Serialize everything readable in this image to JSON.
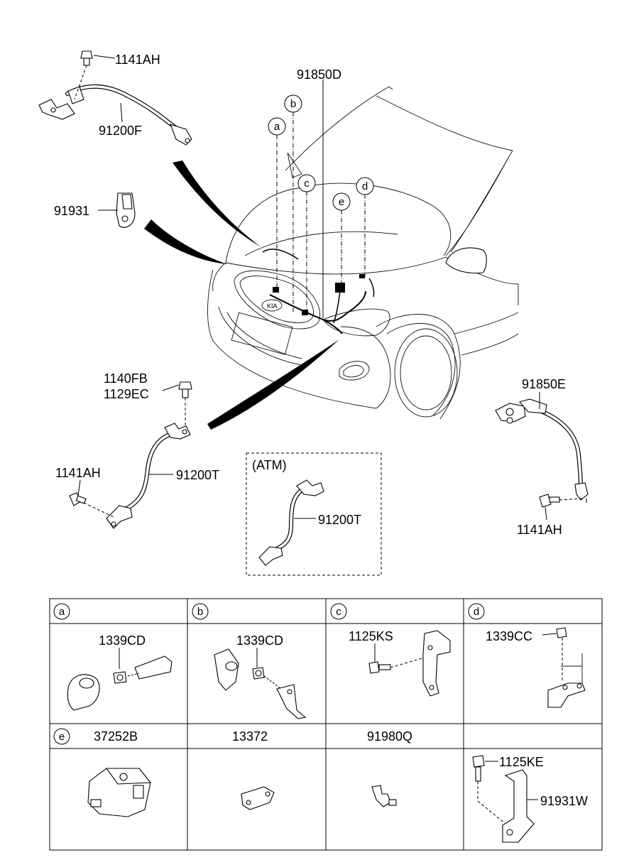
{
  "diagram": {
    "main_labels": {
      "l_1141AH_top": "1141AH",
      "l_91200F": "91200F",
      "l_91931": "91931",
      "l_91850D": "91850D",
      "l_1140FB": "1140FB",
      "l_1129EC": "1129EC",
      "l_1141AH_left": "1141AH",
      "l_91200T": "91200T",
      "l_atm_title": "(ATM)",
      "l_91200T_atm": "91200T",
      "l_91850E": "91850E",
      "l_1141AH_right": "1141AH"
    },
    "callouts": {
      "a": "a",
      "b": "b",
      "c": "c",
      "d": "d",
      "e": "e"
    },
    "table": {
      "row1": [
        {
          "key": "a",
          "parts": [
            "1339CD"
          ]
        },
        {
          "key": "b",
          "parts": [
            "1339CD"
          ]
        },
        {
          "key": "c",
          "parts": [
            "1125KS"
          ]
        },
        {
          "key": "d",
          "parts": [
            "1339CC"
          ]
        }
      ],
      "row2_headers": {
        "e_key": "e",
        "e_part": "37252B",
        "col2": "13372",
        "col3": "91980Q"
      },
      "row2_cell4_parts": [
        "1125KE",
        "91931W"
      ]
    }
  }
}
